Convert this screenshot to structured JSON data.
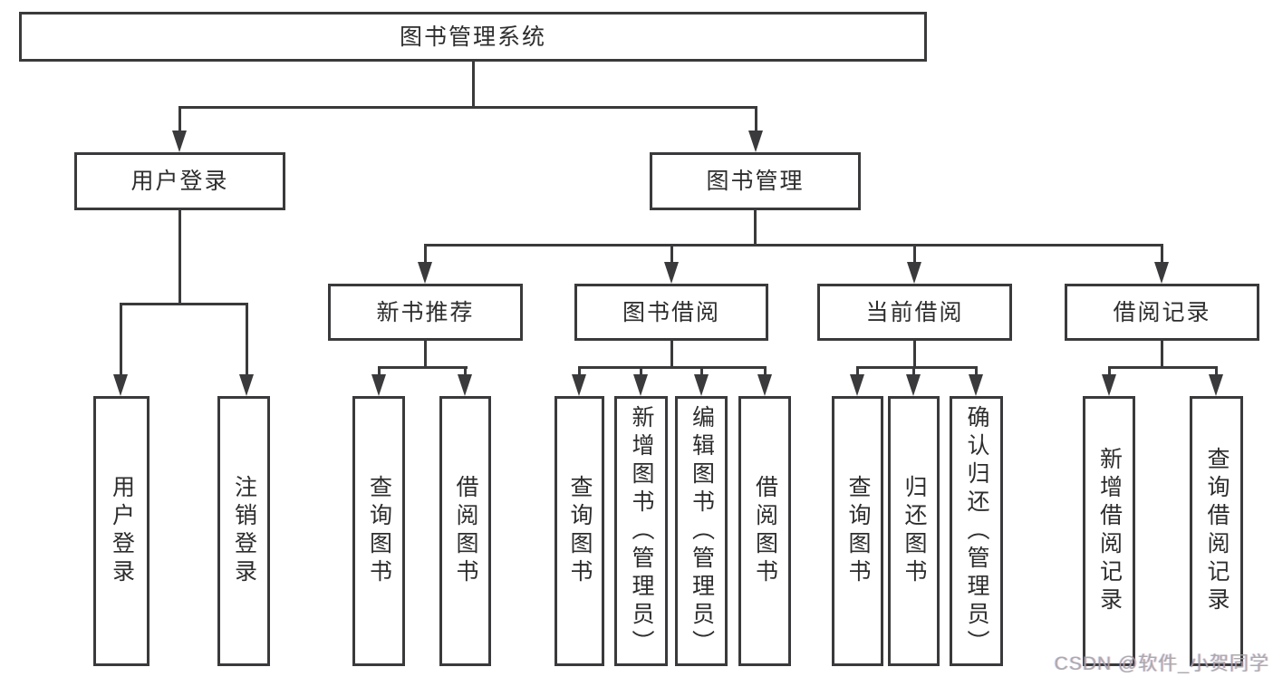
{
  "diagram": {
    "root": {
      "label": "图书管理系统"
    },
    "level2": {
      "user_login": "用户登录",
      "book_mgmt": "图书管理"
    },
    "level3": {
      "new_book_rec": "新书推荐",
      "book_borrow": "图书借阅",
      "current_borrow": "当前借阅",
      "borrow_record": "借阅记录"
    },
    "leaves": {
      "user_login": "用户登录",
      "logout": "注销登录",
      "rec_query_book": "查询图书",
      "rec_borrow_book": "借阅图书",
      "bor_query_book": "查询图书",
      "bor_add_book": "新增图书（管理员）",
      "bor_edit_book": "编辑图书（管理员）",
      "bor_borrow_book": "借阅图书",
      "cur_query_book": "查询图书",
      "cur_return_book": "归还图书",
      "cur_confirm_return": "确认归还（管理员）",
      "rec2_add_record": "新增借阅记录",
      "rec2_query_record": "查询借阅记录"
    },
    "watermark": "CSDN @软件_小贺同学",
    "colors": {
      "line": "#3a3a3c",
      "text": "#2d2d2d",
      "watermark": "#a3a3a8",
      "background": "#ffffff"
    }
  }
}
